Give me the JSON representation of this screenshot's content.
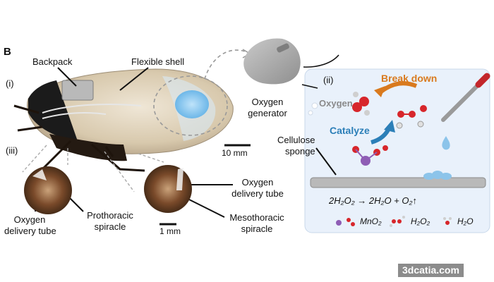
{
  "panel": {
    "letter": "B",
    "sub_i": "(i)",
    "sub_ii": "(ii)",
    "sub_iii": "(iii)"
  },
  "labels": {
    "backpack": "Backpack",
    "flexible_shell": "Flexible shell",
    "oxygen_generator_line1": "Oxygen",
    "oxygen_generator_line2": "generator",
    "scale_10mm": "10 mm",
    "cellulose_line1": "Cellulose",
    "cellulose_line2": "sponge",
    "delivery_tube_left_line1": "Oxygen",
    "delivery_tube_left_line2": "delivery tube",
    "prothoracic_line1": "Prothoracic",
    "prothoracic_line2": "spiracle",
    "delivery_tube_right_line1": "Oxygen",
    "delivery_tube_right_line2": "delivery tube",
    "mesothoracic_line1": "Mesothoracic",
    "mesothoracic_line2": "spiracle",
    "scale_1mm": "1 mm"
  },
  "reaction": {
    "oxygen": "Oxygen",
    "break_down": "Break down",
    "catalyze": "Catalyze",
    "equation": "2H₂O₂ → 2H₂O + O₂↑",
    "legend": {
      "mno2": "MnO₂",
      "h2o2": "H₂O₂",
      "h2o": "H₂O"
    }
  },
  "watermark": "3dcatia.com",
  "colors": {
    "break_down": "#d97a1e",
    "catalyze": "#2c7fb8",
    "oxygen_atom": "#d7262b",
    "manganese_atom": "#8e5db5",
    "panel_bg": "#e9f1fb",
    "droplet": "#8cc4ea"
  }
}
